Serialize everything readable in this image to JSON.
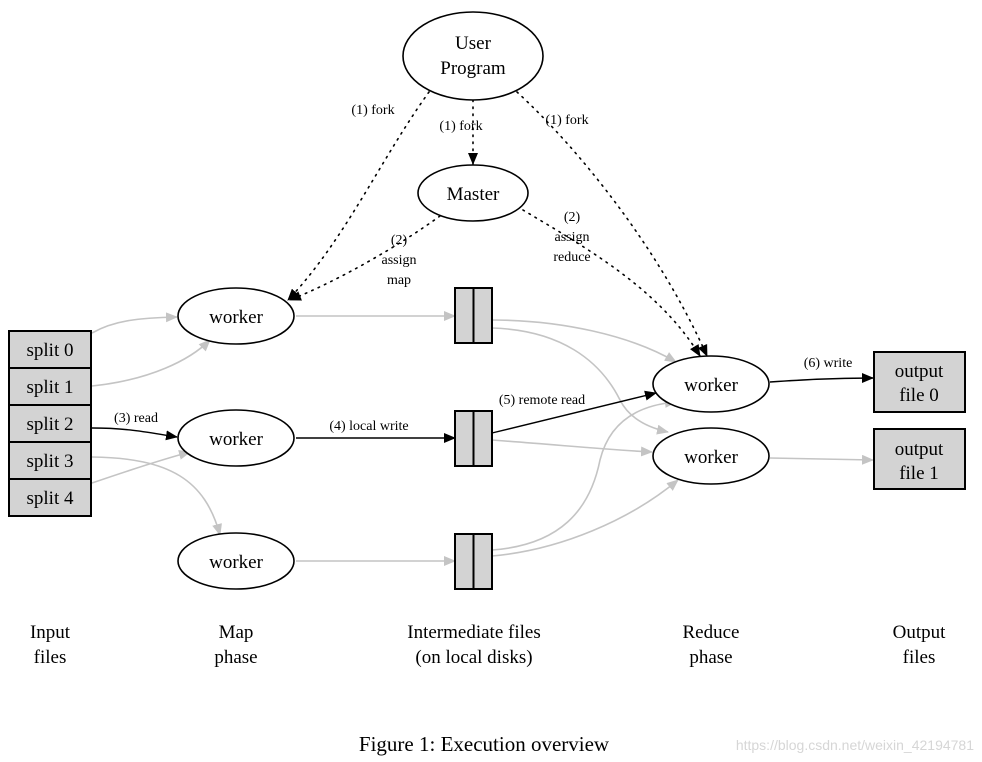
{
  "user_program": [
    "User",
    "Program"
  ],
  "master": "Master",
  "worker": "worker",
  "splits": [
    "split 0",
    "split 1",
    "split 2",
    "split 3",
    "split 4"
  ],
  "outputs": [
    [
      "output",
      "file 0"
    ],
    [
      "output",
      "file 1"
    ]
  ],
  "edge_labels": {
    "fork": "(1) fork",
    "assign_map": [
      "(2)",
      "assign",
      "map"
    ],
    "assign_reduce": [
      "(2)",
      "assign",
      "reduce"
    ],
    "read": "(3) read",
    "local_write": "(4) local write",
    "remote_read": "(5) remote read",
    "write": "(6) write"
  },
  "phases": [
    [
      "Input",
      "files"
    ],
    [
      "Map",
      "phase"
    ],
    [
      "Intermediate files",
      "(on local disks)"
    ],
    [
      "Reduce",
      "phase"
    ],
    [
      "Output",
      "files"
    ]
  ],
  "caption": "Figure 1: Execution overview",
  "watermark": "https://blog.csdn.net/weixin_42194781",
  "colors": {
    "box_fill": "#d3d3d3",
    "gray_edge": "#c4c4c4",
    "watermark": "#d6d6d6"
  }
}
